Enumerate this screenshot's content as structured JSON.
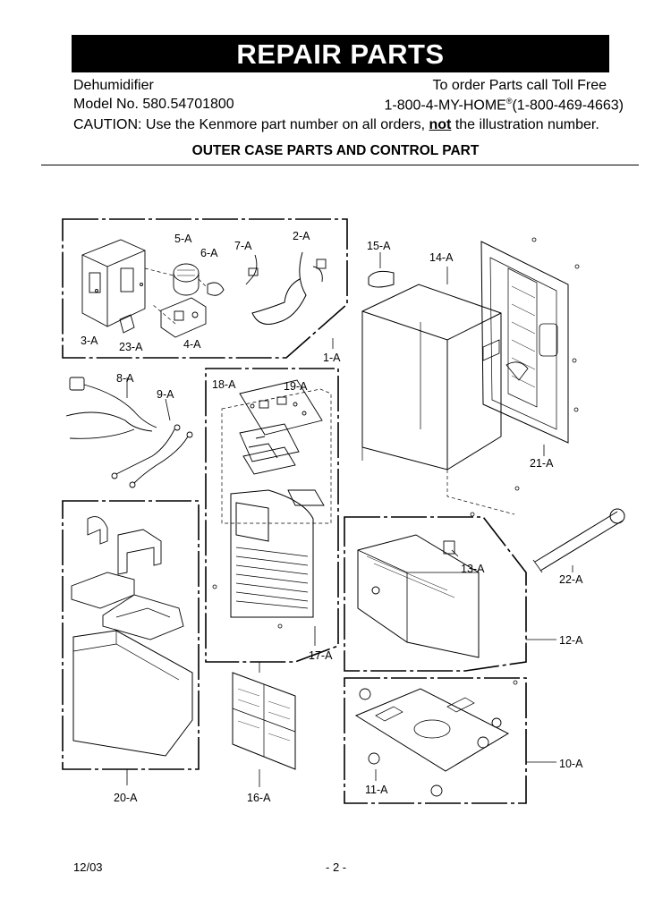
{
  "header": {
    "title": "REPAIR PARTS",
    "product": "Dehumidifier",
    "model": "Model No. 580.54701800",
    "order_line": "To order Parts call Toll Free",
    "phone_prefix": "1-800-4-MY-HOME",
    "phone_reg": "®",
    "phone_suffix": "(1-800-469-4663)",
    "caution_start": "CAUTION: Use the Kenmore part number on all orders, ",
    "caution_emph": "not",
    "caution_end": " the illustration number.",
    "section_title": "OUTER CASE PARTS AND CONTROL PART"
  },
  "labels": {
    "p1": "1-A",
    "p2": "2-A",
    "p3": "3-A",
    "p4": "4-A",
    "p5": "5-A",
    "p6": "6-A",
    "p7": "7-A",
    "p8": "8-A",
    "p9": "9-A",
    "p10": "10-A",
    "p11": "11-A",
    "p12": "12-A",
    "p13": "13-A",
    "p14": "14-A",
    "p15": "15-A",
    "p16": "16-A",
    "p17": "17-A",
    "p18": "18-A",
    "p19": "19-A",
    "p20": "20-A",
    "p21": "21-A",
    "p22": "22-A",
    "p23": "23-A"
  },
  "footer": {
    "date": "12/03",
    "page": "- 2 -"
  }
}
